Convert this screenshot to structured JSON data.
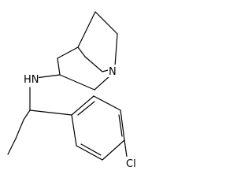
{
  "structure": {
    "atom_labels": {
      "amine_nh": "HN",
      "ring_n": "N",
      "chlorine": "Cl"
    },
    "colors": {
      "bond": "#000000",
      "text": "#000000",
      "background": "#ffffff"
    }
  }
}
